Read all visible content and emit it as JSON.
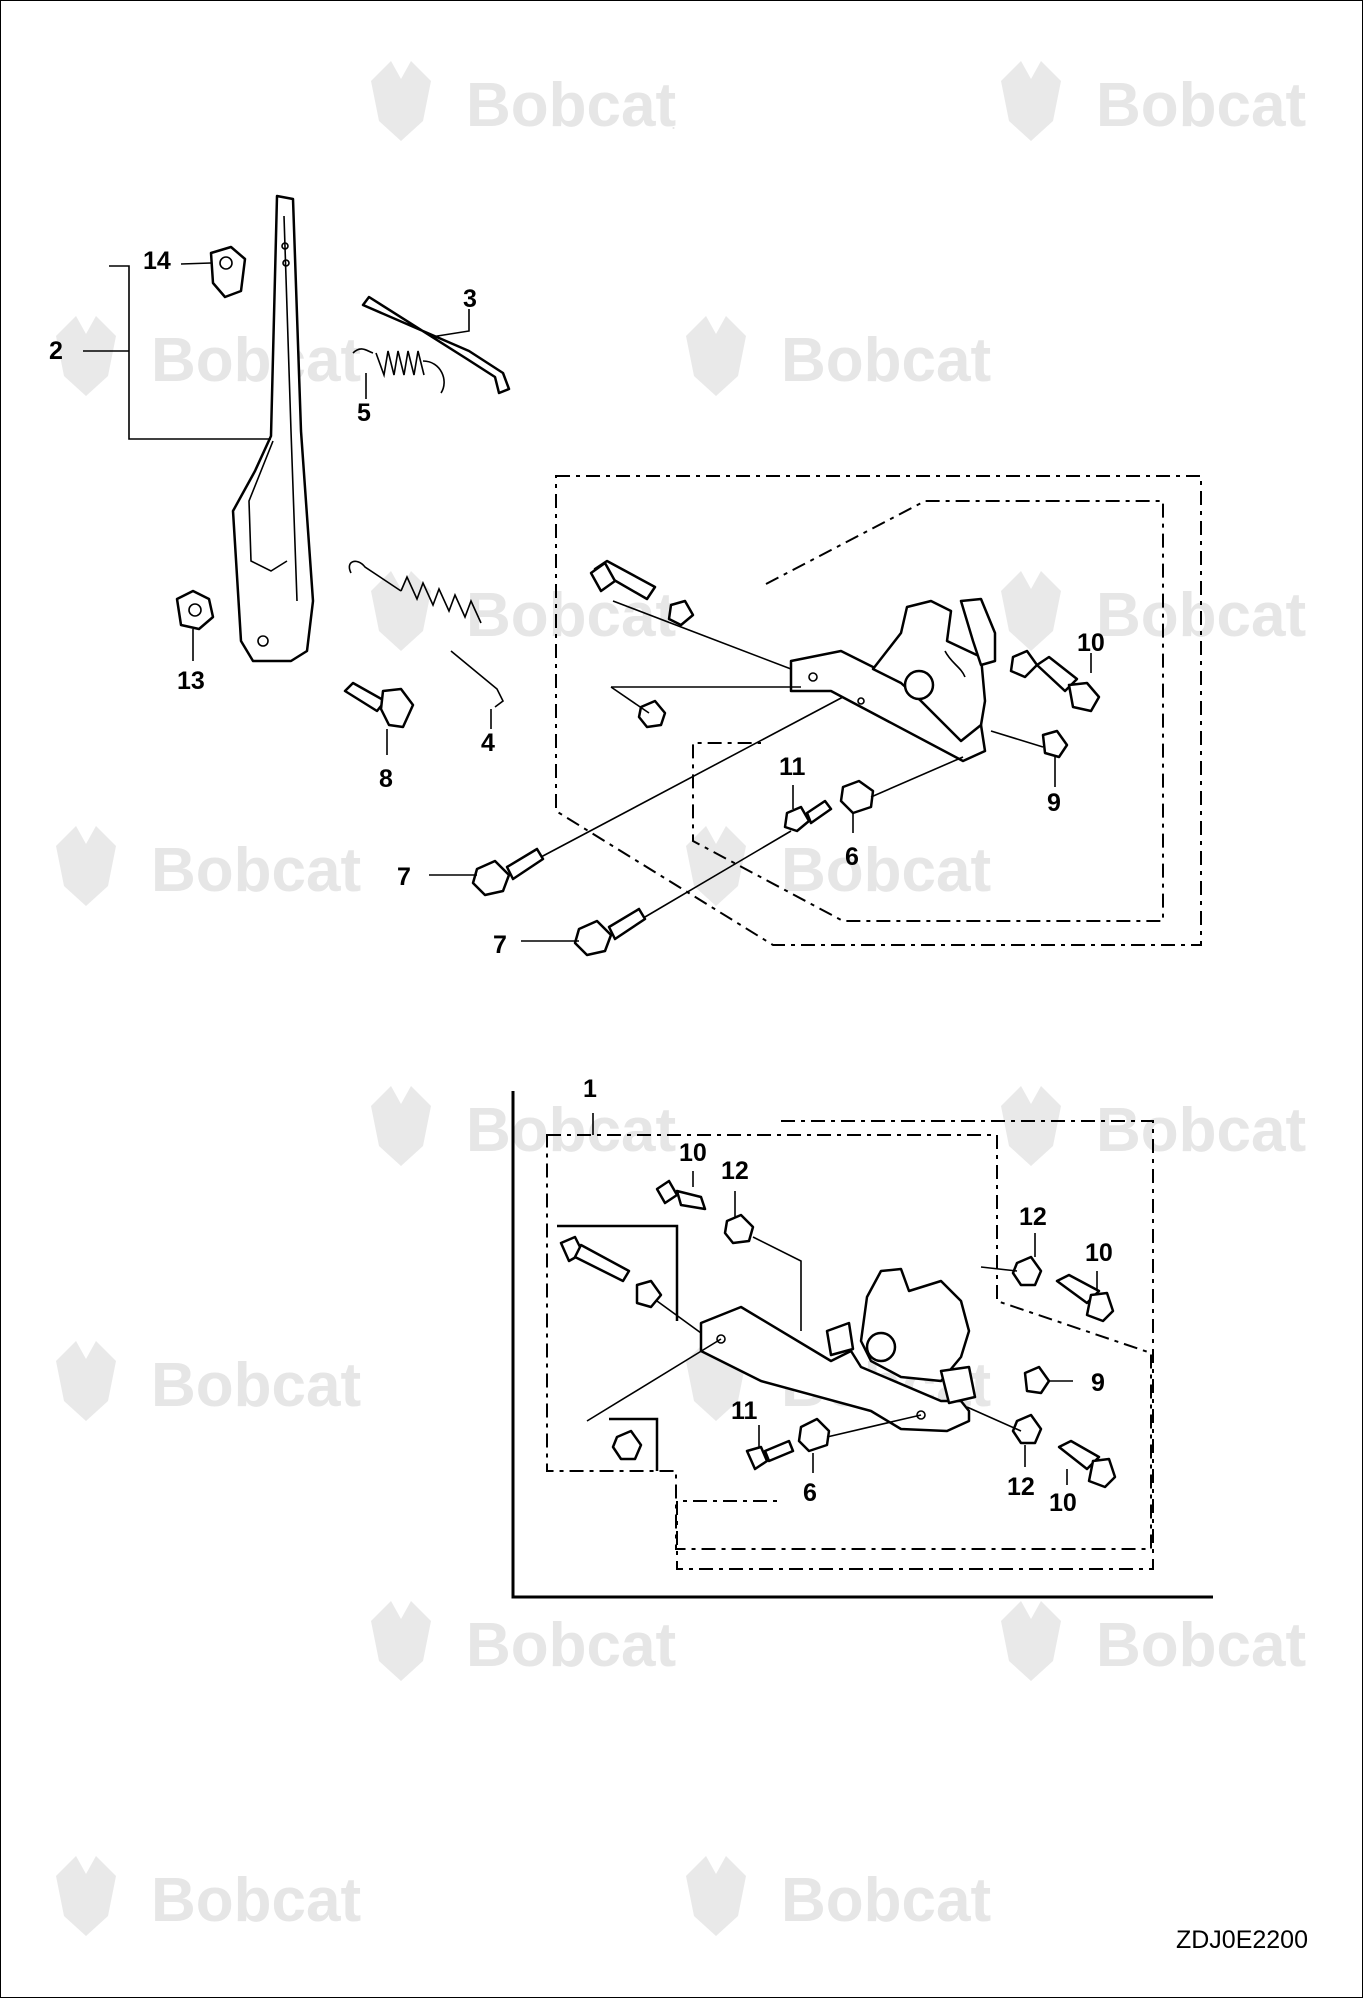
{
  "watermark": {
    "text": "Bobcat",
    "mark": "bobcat-logo-icon"
  },
  "callouts": {
    "upper": {
      "c1": "2",
      "c2": "14",
      "c3": "3",
      "c4": "5",
      "c5": "13",
      "c6": "4",
      "c7": "8",
      "c8": "10",
      "c9": "9",
      "c10": "11",
      "c11": "6",
      "c12": "7",
      "c13": "7"
    },
    "lower": {
      "c1": "1",
      "c2": "10",
      "c3": "12",
      "c4": "12",
      "c5": "10",
      "c6": "9",
      "c7": "11",
      "c8": "6",
      "c9": "12",
      "c10": "10"
    }
  },
  "drawing_code": "ZDJ0E2200"
}
